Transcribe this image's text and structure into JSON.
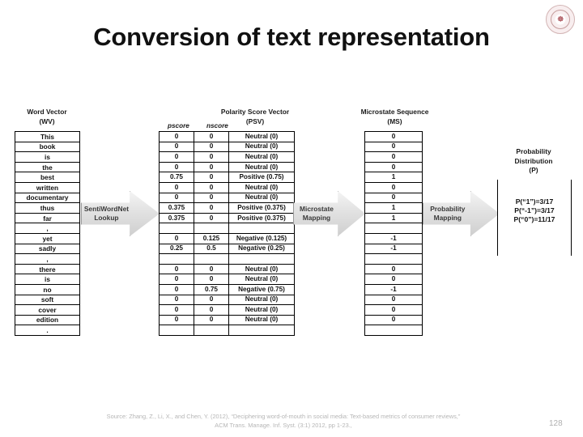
{
  "slide": {
    "title": "Conversion of text representation",
    "page_number": "128",
    "logo_name": "university-seal-logo",
    "logo_mark": "☸"
  },
  "word_vector": {
    "header_line1": "Word Vector",
    "header_line2": "(WV)",
    "rows": [
      "This",
      "book",
      "is",
      "the",
      "best",
      "written",
      "documentary",
      "thus",
      "far",
      ",",
      "yet",
      "sadly",
      ",",
      "there",
      "is",
      "no",
      "soft",
      "cover",
      "edition",
      "."
    ]
  },
  "polarity_score_vector": {
    "header_line1": "Polarity Score Vector",
    "header_line2": "(PSV)",
    "sub_pscore": "pscore",
    "sub_nscore": "nscore",
    "rows": [
      {
        "pscore": "0",
        "nscore": "0",
        "label": "Neutral (0)"
      },
      {
        "pscore": "0",
        "nscore": "0",
        "label": "Neutral (0)"
      },
      {
        "pscore": "0",
        "nscore": "0",
        "label": "Neutral (0)"
      },
      {
        "pscore": "0",
        "nscore": "0",
        "label": "Neutral (0)"
      },
      {
        "pscore": "0.75",
        "nscore": "0",
        "label": "Positive (0.75)"
      },
      {
        "pscore": "0",
        "nscore": "0",
        "label": "Neutral (0)"
      },
      {
        "pscore": "0",
        "nscore": "0",
        "label": "Neutral (0)"
      },
      {
        "pscore": "0.375",
        "nscore": "0",
        "label": "Positive (0.375)"
      },
      {
        "pscore": "0.375",
        "nscore": "0",
        "label": "Positive (0.375)"
      },
      {
        "pscore": "",
        "nscore": "",
        "label": ""
      },
      {
        "pscore": "0",
        "nscore": "0.125",
        "label": "Negative (0.125)"
      },
      {
        "pscore": "0.25",
        "nscore": "0.5",
        "label": "Negative (0.25)"
      },
      {
        "pscore": "",
        "nscore": "",
        "label": ""
      },
      {
        "pscore": "0",
        "nscore": "0",
        "label": "Neutral (0)"
      },
      {
        "pscore": "0",
        "nscore": "0",
        "label": "Neutral (0)"
      },
      {
        "pscore": "0",
        "nscore": "0.75",
        "label": "Negative (0.75)"
      },
      {
        "pscore": "0",
        "nscore": "0",
        "label": "Neutral (0)"
      },
      {
        "pscore": "0",
        "nscore": "0",
        "label": "Neutral (0)"
      },
      {
        "pscore": "0",
        "nscore": "0",
        "label": "Neutral (0)"
      },
      {
        "pscore": "",
        "nscore": "",
        "label": ""
      }
    ]
  },
  "microstate_sequence": {
    "header_line1": "Microstate Sequence",
    "header_line2": "(MS)",
    "rows": [
      "0",
      "0",
      "0",
      "0",
      "1",
      "0",
      "0",
      "1",
      "1",
      "",
      "-1",
      "-1",
      "",
      "0",
      "0",
      "-1",
      "0",
      "0",
      "0",
      ""
    ]
  },
  "probability_distribution": {
    "header_line1": "Probability",
    "header_line2": "Distribution",
    "header_line3": "(P)",
    "lines": [
      "P(“1”)=3/17",
      "P(“-1”)=3/17",
      "P(“0”)=11/17"
    ]
  },
  "arrows": [
    {
      "line1": "SentiWordNet",
      "line2": "Lookup"
    },
    {
      "line1": "Microstate",
      "line2": "Mapping"
    },
    {
      "line1": "Probability",
      "line2": "Mapping"
    }
  ],
  "footer": {
    "source_line1": "Source: Zhang, Z., Li, X., and Chen, Y. (2012), “Deciphering word-of-mouth in social media: Text-based metrics of consumer reviews,”",
    "source_line2": "ACM Trans. Manage. Inf. Syst. (3:1) 2012, pp 1-23.,"
  }
}
